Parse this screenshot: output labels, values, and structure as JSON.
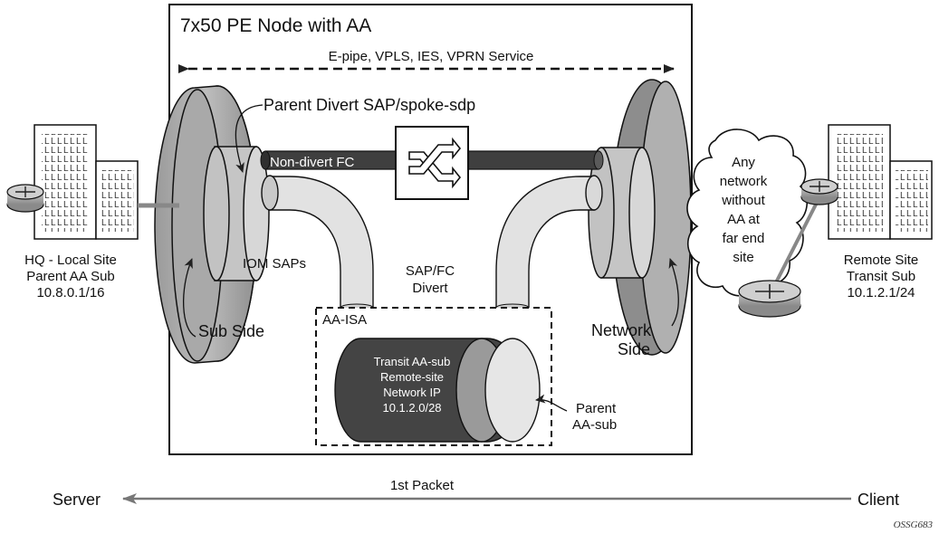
{
  "title": "7x50 PE Node with AA",
  "service_label": "E-pipe, VPLS, IES, VPRN Service",
  "parent_divert_label": "Parent Divert SAP/spoke-sdp",
  "non_divert_label": "Non-divert FC",
  "iom_saps_label": "IOM SAPs",
  "sap_fc_divert": [
    "SAP/FC",
    "Divert"
  ],
  "aa_isa_label": "AA-ISA",
  "transit_cylinder_text": [
    "Transit AA-sub",
    "Remote-site",
    "Network IP",
    "10.1.2.0/28"
  ],
  "parent_aa_sub": [
    "Parent",
    "AA-sub"
  ],
  "sub_side_label": "Sub Side",
  "network_side": [
    "Network",
    "Side"
  ],
  "cloud_text": [
    "Any",
    "network",
    "without",
    "AA at",
    "far end",
    "site"
  ],
  "hq_site": [
    "HQ - Local Site",
    "Parent AA Sub",
    "10.8.0.1/16"
  ],
  "remote_site": [
    "Remote Site",
    "Transit Sub",
    "10.1.2.1/24"
  ],
  "server_label": "Server",
  "client_label": "Client",
  "first_packet_label": "1st Packet",
  "figure_id": "OSSG683",
  "building_window_text": "LLLLLL"
}
